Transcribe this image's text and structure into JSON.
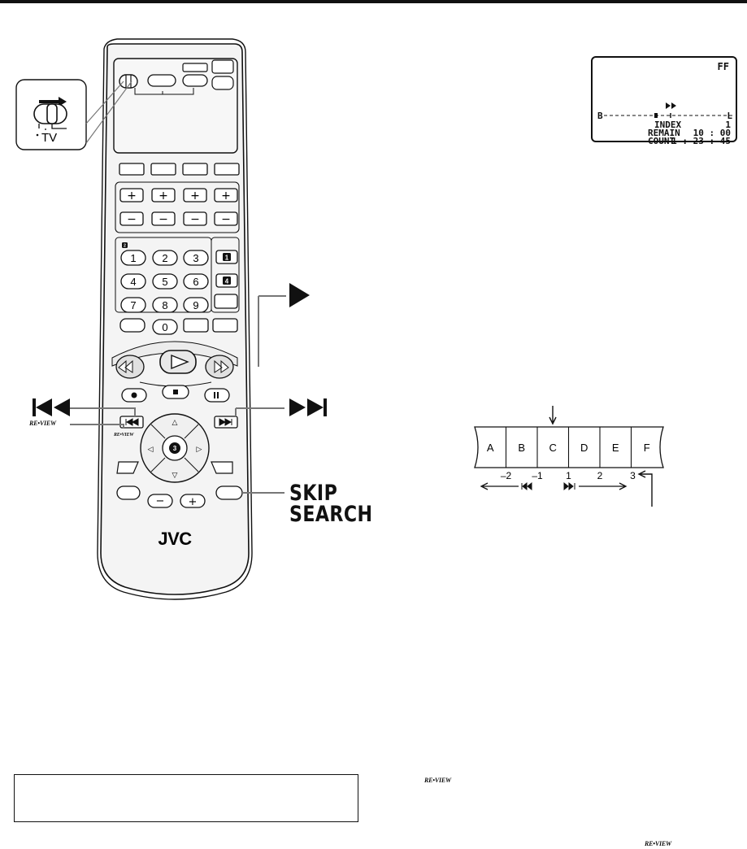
{
  "remote": {
    "brand": "JVC",
    "number_keys": [
      "1",
      "2",
      "3",
      "4",
      "5",
      "6",
      "7",
      "8",
      "9",
      "0"
    ],
    "plus_glyph": "+",
    "minus_glyph": "−",
    "badge_left": "2",
    "badge_1": "1",
    "badge_4": "4",
    "badge_center": "3",
    "nav_up": "△",
    "nav_down": "▽",
    "nav_left": "◁",
    "nav_right": "▷"
  },
  "switch_inset": {
    "tv_label": "TV"
  },
  "callouts": {
    "skip_line1": "SKIP",
    "skip_line2": "SEARCH",
    "review_logo": "RE•VIEW"
  },
  "osd": {
    "mode": "FF",
    "begin_marker": "B",
    "end_marker": "L",
    "rows": [
      {
        "label": "INDEX",
        "value": "1"
      },
      {
        "label": "REMAIN",
        "value": "10 : 00"
      },
      {
        "label": "COUNT",
        "value": "–1 : 23 : 45"
      }
    ]
  },
  "index_diagram": {
    "cells": [
      "A",
      "B",
      "C",
      "D",
      "E",
      "F"
    ],
    "numbers": [
      "–2",
      "–1",
      "1",
      "2",
      "3"
    ]
  },
  "colors": {
    "remote_body": "#f2f2f2",
    "outline": "#111111",
    "callout_line": "#777777"
  },
  "icons": [
    "play-icon",
    "skip-back-icon",
    "skip-forward-icon",
    "rewind-icon",
    "fast-forward-icon",
    "stop-icon",
    "pause-icon",
    "record-icon",
    "arrow-down-icon",
    "arrow-left-icon",
    "arrow-right-icon"
  ]
}
